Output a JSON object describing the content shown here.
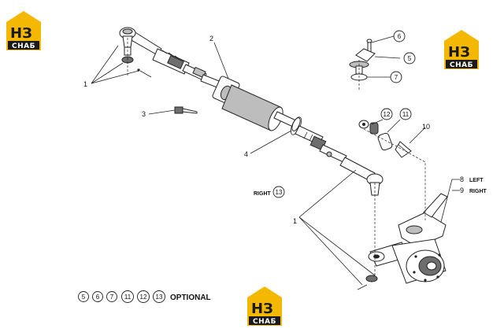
{
  "logo": {
    "letters": "НЗ",
    "word": "СНАБ",
    "color": "#f5b800"
  },
  "callouts": {
    "c1": "1",
    "c2": "2",
    "c3": "3",
    "c4": "4",
    "c5": "5",
    "c6": "6",
    "c7": "7",
    "c8": "8",
    "c9": "9",
    "c10": "10",
    "c11": "11",
    "c12": "12",
    "c13": "13"
  },
  "side_labels": {
    "left": "LEFT",
    "right": "RIGHT",
    "right_upper": "RIGHT"
  },
  "optional": {
    "items": [
      "5",
      "6",
      "7",
      "11",
      "12",
      "13"
    ],
    "label": "OPTIONAL"
  }
}
